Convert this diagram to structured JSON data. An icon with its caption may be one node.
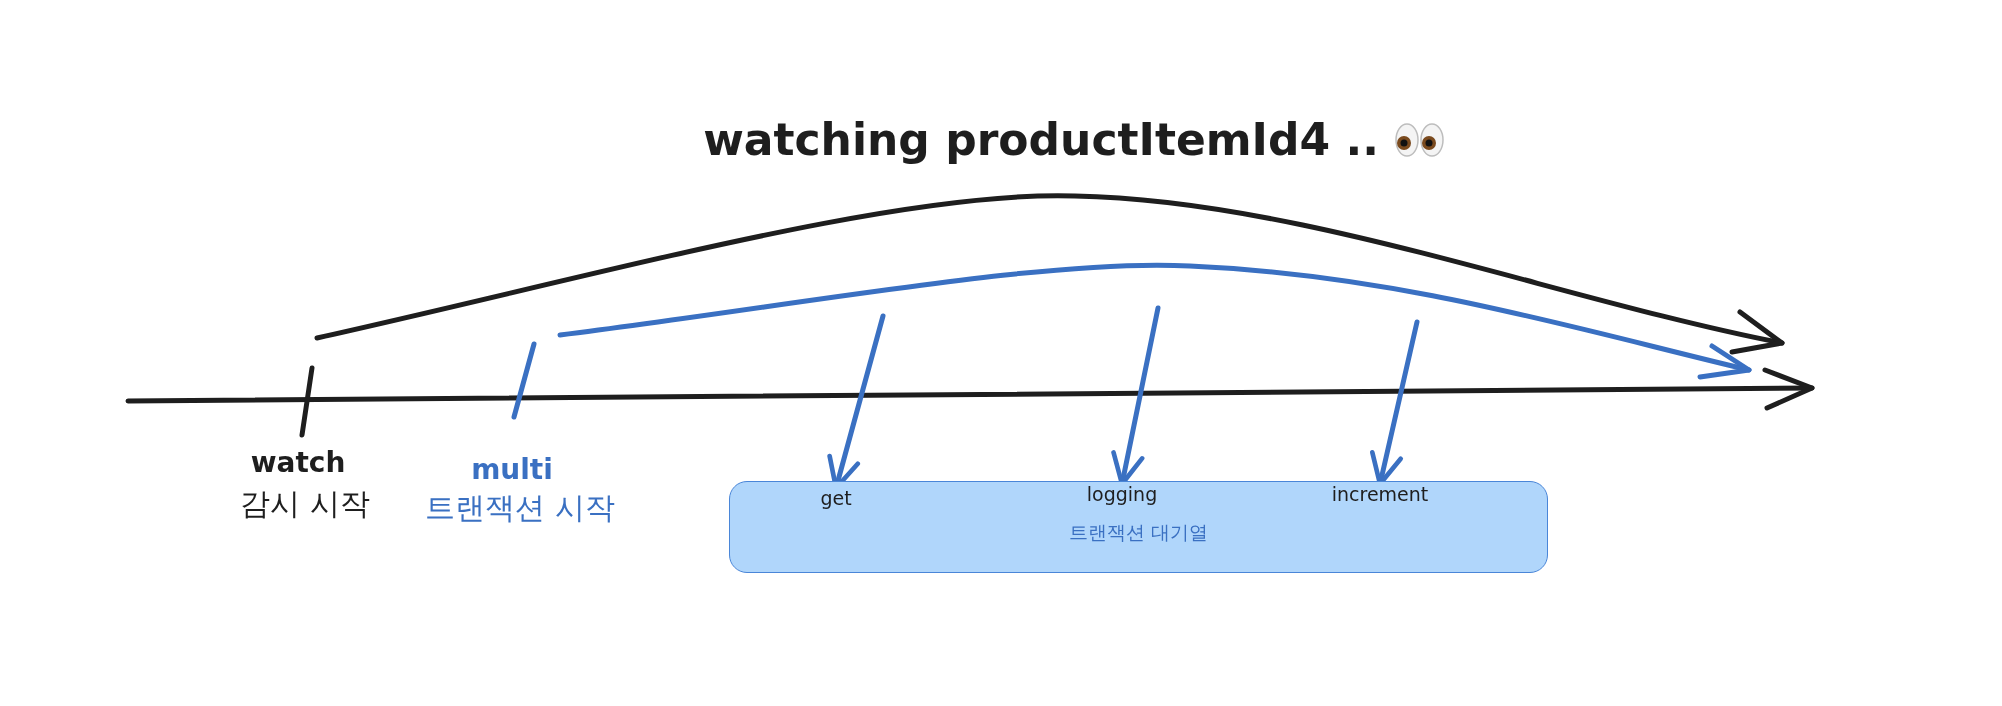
{
  "diagram": {
    "nodes": [
      {
        "text": [
          "트랜잭션 대기열"
        ]
      },
      {
        "text": [
          "get"
        ],
        "in": 0
      },
      {
        "text": [
          "logging"
        ],
        "in": 0
      },
      {
        "text": [
          "increment"
        ],
        "in": 0
      }
    ],
    "edges": [
      {
        "from": null,
        "to": 1,
        "arrow": "to"
      },
      {
        "from": null,
        "to": 2,
        "arrow": "to"
      },
      {
        "from": null,
        "to": 3,
        "arrow": "to"
      }
    ],
    "labels": [
      "watching productItemId4 ..",
      "watch",
      "감시 시작",
      "multi",
      "트랜잭션 시작"
    ]
  }
}
